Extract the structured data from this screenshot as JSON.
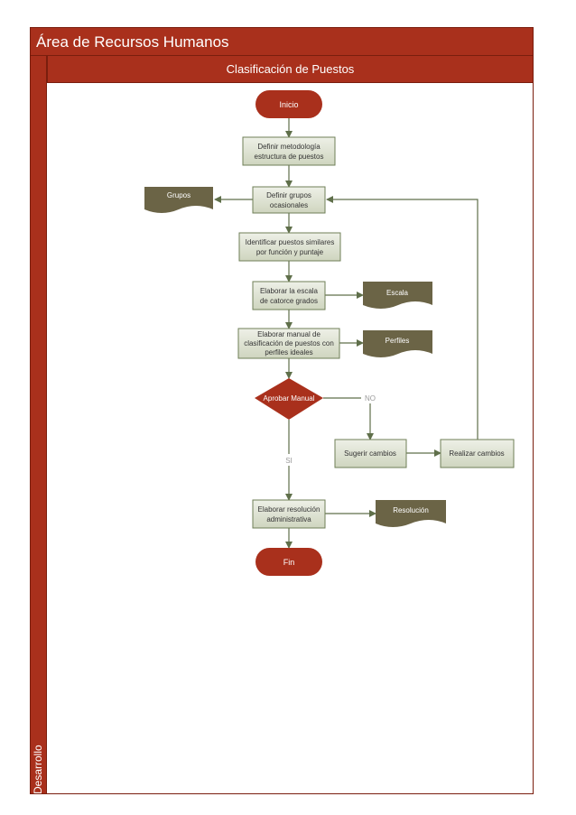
{
  "header": {
    "title": "Área de Recursos Humanos",
    "subtitle": "Clasificación de Puestos"
  },
  "lane": {
    "label": "Desarrollo"
  },
  "colors": {
    "brand": "#a9301c",
    "process_fill": "#dfe3d4",
    "document_fill": "#6b6446",
    "arrow": "#5f6f4a"
  },
  "nodes": {
    "inicio": {
      "label": "Inicio"
    },
    "definir_metodologia": {
      "lines": [
        "Definir metodología",
        "estructura de puestos"
      ]
    },
    "definir_grupos": {
      "lines": [
        "Definir grupos",
        "ocasionales"
      ]
    },
    "grupos_doc": {
      "label": "Grupos"
    },
    "identificar": {
      "lines": [
        "Identificar puestos similares",
        "por función y puntaje"
      ]
    },
    "elaborar_escala": {
      "lines": [
        "Elaborar la escala",
        "de catorce grados"
      ]
    },
    "escala_doc": {
      "label": "Escala"
    },
    "elaborar_manual": {
      "lines": [
        "Elaborar manual de",
        "clasificación de puestos con",
        "perfiles ideales"
      ]
    },
    "perfiles_doc": {
      "label": "Perfiles"
    },
    "aprobar": {
      "label": "Aprobar Manual"
    },
    "no_label": {
      "label": "NO"
    },
    "si_label": {
      "label": "SI"
    },
    "sugerir": {
      "label": "Sugerir cambios"
    },
    "realizar": {
      "label": "Realizar cambios"
    },
    "elaborar_resolucion": {
      "lines": [
        "Elaborar resolución",
        "administrativa"
      ]
    },
    "resolucion_doc": {
      "label": "Resolución"
    },
    "fin": {
      "label": "Fin"
    }
  }
}
